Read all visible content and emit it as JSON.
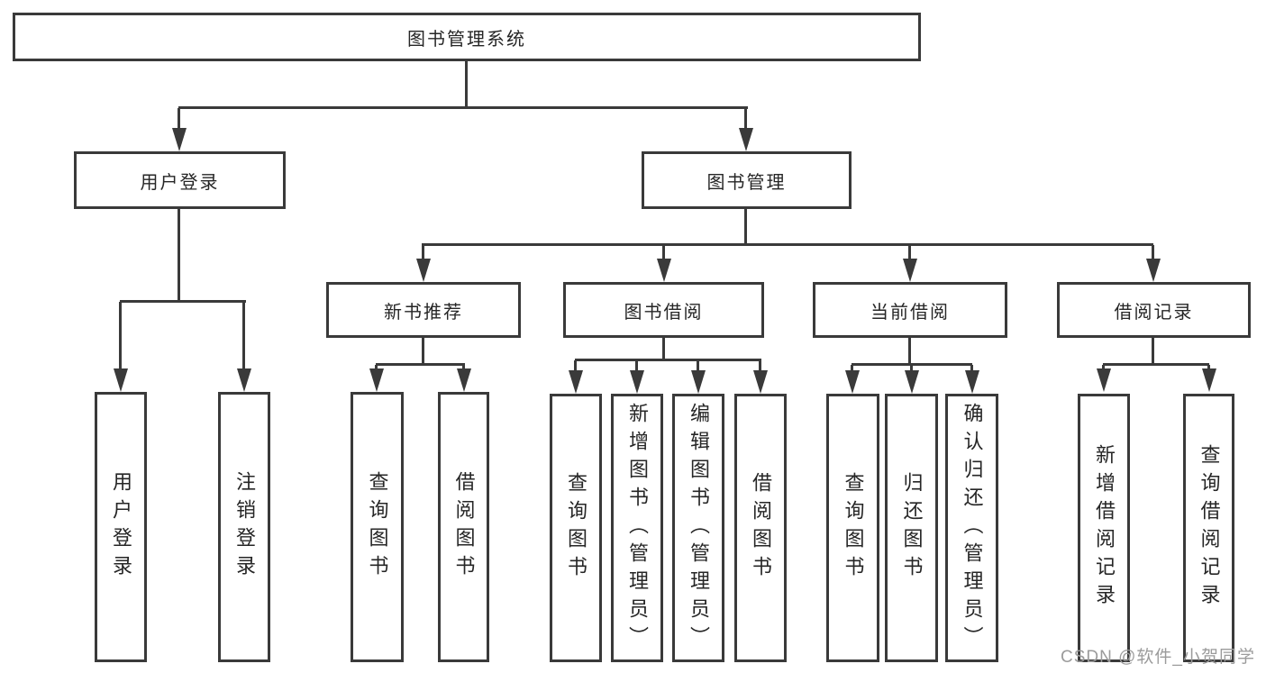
{
  "diagram": {
    "root": {
      "label": "图书管理系统"
    },
    "children": [
      {
        "label": "用户登录",
        "children": [
          {
            "label": "用户登录"
          },
          {
            "label": "注销登录"
          }
        ]
      },
      {
        "label": "图书管理",
        "children": [
          {
            "label": "新书推荐",
            "children": [
              {
                "label": "查询图书"
              },
              {
                "label": "借阅图书"
              }
            ]
          },
          {
            "label": "图书借阅",
            "children": [
              {
                "label": "查询图书"
              },
              {
                "label": "新增图书（管理员）"
              },
              {
                "label": "编辑图书（管理员）"
              },
              {
                "label": "借阅图书"
              }
            ]
          },
          {
            "label": "当前借阅",
            "children": [
              {
                "label": "查询图书"
              },
              {
                "label": "归还图书"
              },
              {
                "label": "确认归还（管理员）"
              }
            ]
          },
          {
            "label": "借阅记录",
            "children": [
              {
                "label": "新增借阅记录"
              },
              {
                "label": "查询借阅记录"
              }
            ]
          }
        ]
      }
    ]
  },
  "watermark": "CSDN @软件_小贺同学",
  "colors": {
    "line": "#3a3a3a",
    "text": "#262626",
    "watermark": "#9b9b9b",
    "background": "#ffffff"
  }
}
